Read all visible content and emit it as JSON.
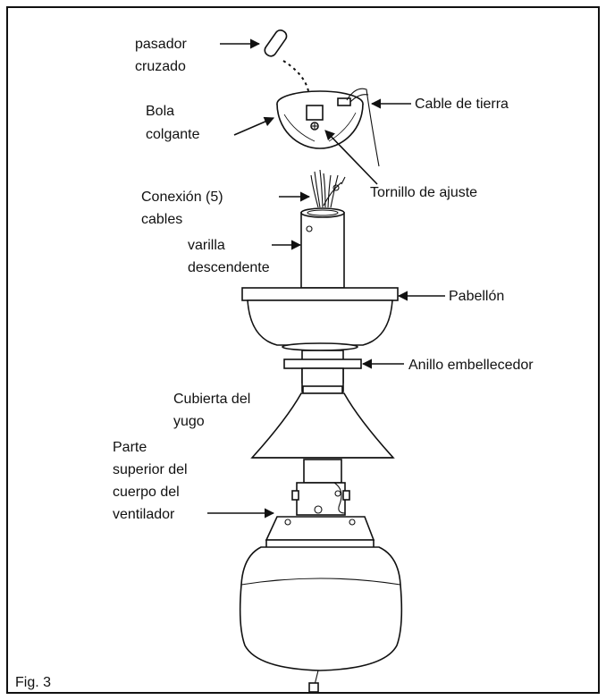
{
  "figure": {
    "caption": "Fig. 3",
    "labels": {
      "pasador": [
        "pasador",
        "cruzado"
      ],
      "bola": [
        "Bola",
        "colgante"
      ],
      "cable_tierra": "Cable de tierra",
      "tornillo": "Tornillo de ajuste",
      "conexion": [
        "Conexión (5)",
        "cables"
      ],
      "varilla": [
        "varilla",
        "descendente"
      ],
      "pabellon": "Pabellón",
      "anillo": "Anillo embellecedor",
      "cubierta": [
        "Cubierta del",
        "yugo"
      ],
      "parte_superior": [
        "Parte",
        "superior del",
        "cuerpo del",
        "ventilador"
      ]
    }
  }
}
